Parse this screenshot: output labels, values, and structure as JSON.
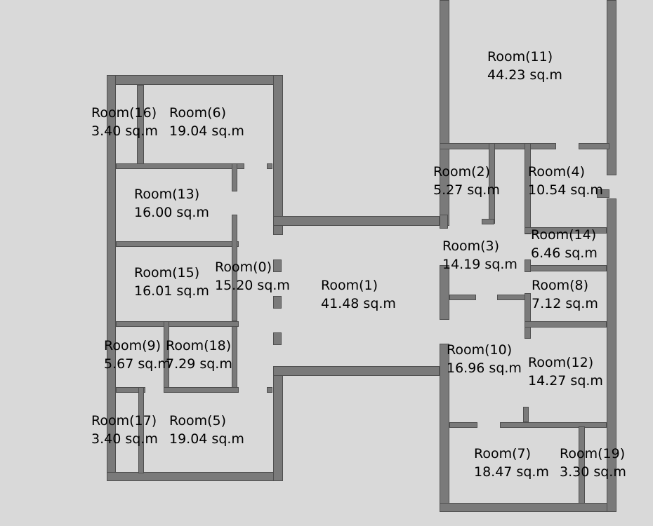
{
  "colors": {
    "background": "#d9d9d9",
    "wall_fill": "#7a7a7a",
    "wall_edge": "#4f4f4f",
    "text": "#000000"
  },
  "rooms": [
    {
      "id": "11",
      "name": "Room(11)",
      "area": "44.23 sq.m"
    },
    {
      "id": "16",
      "name": "Room(16)",
      "area": "3.40 sq.m"
    },
    {
      "id": "6",
      "name": "Room(6)",
      "area": "19.04 sq.m"
    },
    {
      "id": "13",
      "name": "Room(13)",
      "area": "16.00 sq.m"
    },
    {
      "id": "2",
      "name": "Room(2)",
      "area": "5.27 sq.m"
    },
    {
      "id": "4",
      "name": "Room(4)",
      "area": "10.54 sq.m"
    },
    {
      "id": "14",
      "name": "Room(14)",
      "area": "6.46 sq.m"
    },
    {
      "id": "3",
      "name": "Room(3)",
      "area": "14.19 sq.m"
    },
    {
      "id": "15",
      "name": "Room(15)",
      "area": "16.01 sq.m"
    },
    {
      "id": "0",
      "name": "Room(0)",
      "area": "15.20 sq.m"
    },
    {
      "id": "1",
      "name": "Room(1)",
      "area": "41.48 sq.m"
    },
    {
      "id": "8",
      "name": "Room(8)",
      "area": "7.12 sq.m"
    },
    {
      "id": "9",
      "name": "Room(9)",
      "area": "5.67 sq.m"
    },
    {
      "id": "18",
      "name": "Room(18)",
      "area": "7.29 sq.m"
    },
    {
      "id": "10",
      "name": "Room(10)",
      "area": "16.96 sq.m"
    },
    {
      "id": "12",
      "name": "Room(12)",
      "area": "14.27 sq.m"
    },
    {
      "id": "17",
      "name": "Room(17)",
      "area": "3.40 sq.m"
    },
    {
      "id": "5",
      "name": "Room(5)",
      "area": "19.04 sq.m"
    },
    {
      "id": "7",
      "name": "Room(7)",
      "area": "18.47 sq.m"
    },
    {
      "id": "19",
      "name": "Room(19)",
      "area": "3.30 sq.m"
    }
  ]
}
